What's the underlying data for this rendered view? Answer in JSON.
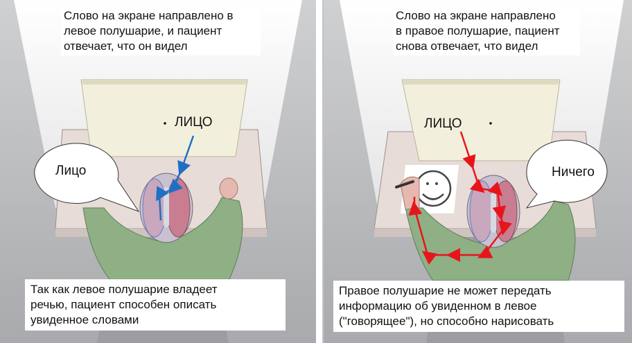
{
  "left_panel": {
    "caption_top": "Слово на экране направлено в\nлевое полушарие, и пациент\nотвечает, что он видел",
    "screen_word": "ЛИЦО",
    "speech_bubble": "Лицо",
    "caption_bottom": "Так как левое полушарие владеет\nречью, пациент способен описать\nувиденное словами",
    "path_color": "#1f6fc4"
  },
  "right_panel": {
    "caption_top": "Слово на экране направлено\nв правое полушарие, пациент\nснова отвечает, что видел",
    "screen_word": "ЛИЦО",
    "speech_bubble": "Ничего",
    "caption_bottom": "Правое полушарие не может передать\nинформацию об увиденном в левое\n(\"говорящее\"), но способно нарисовать",
    "path_color": "#e8141c"
  }
}
